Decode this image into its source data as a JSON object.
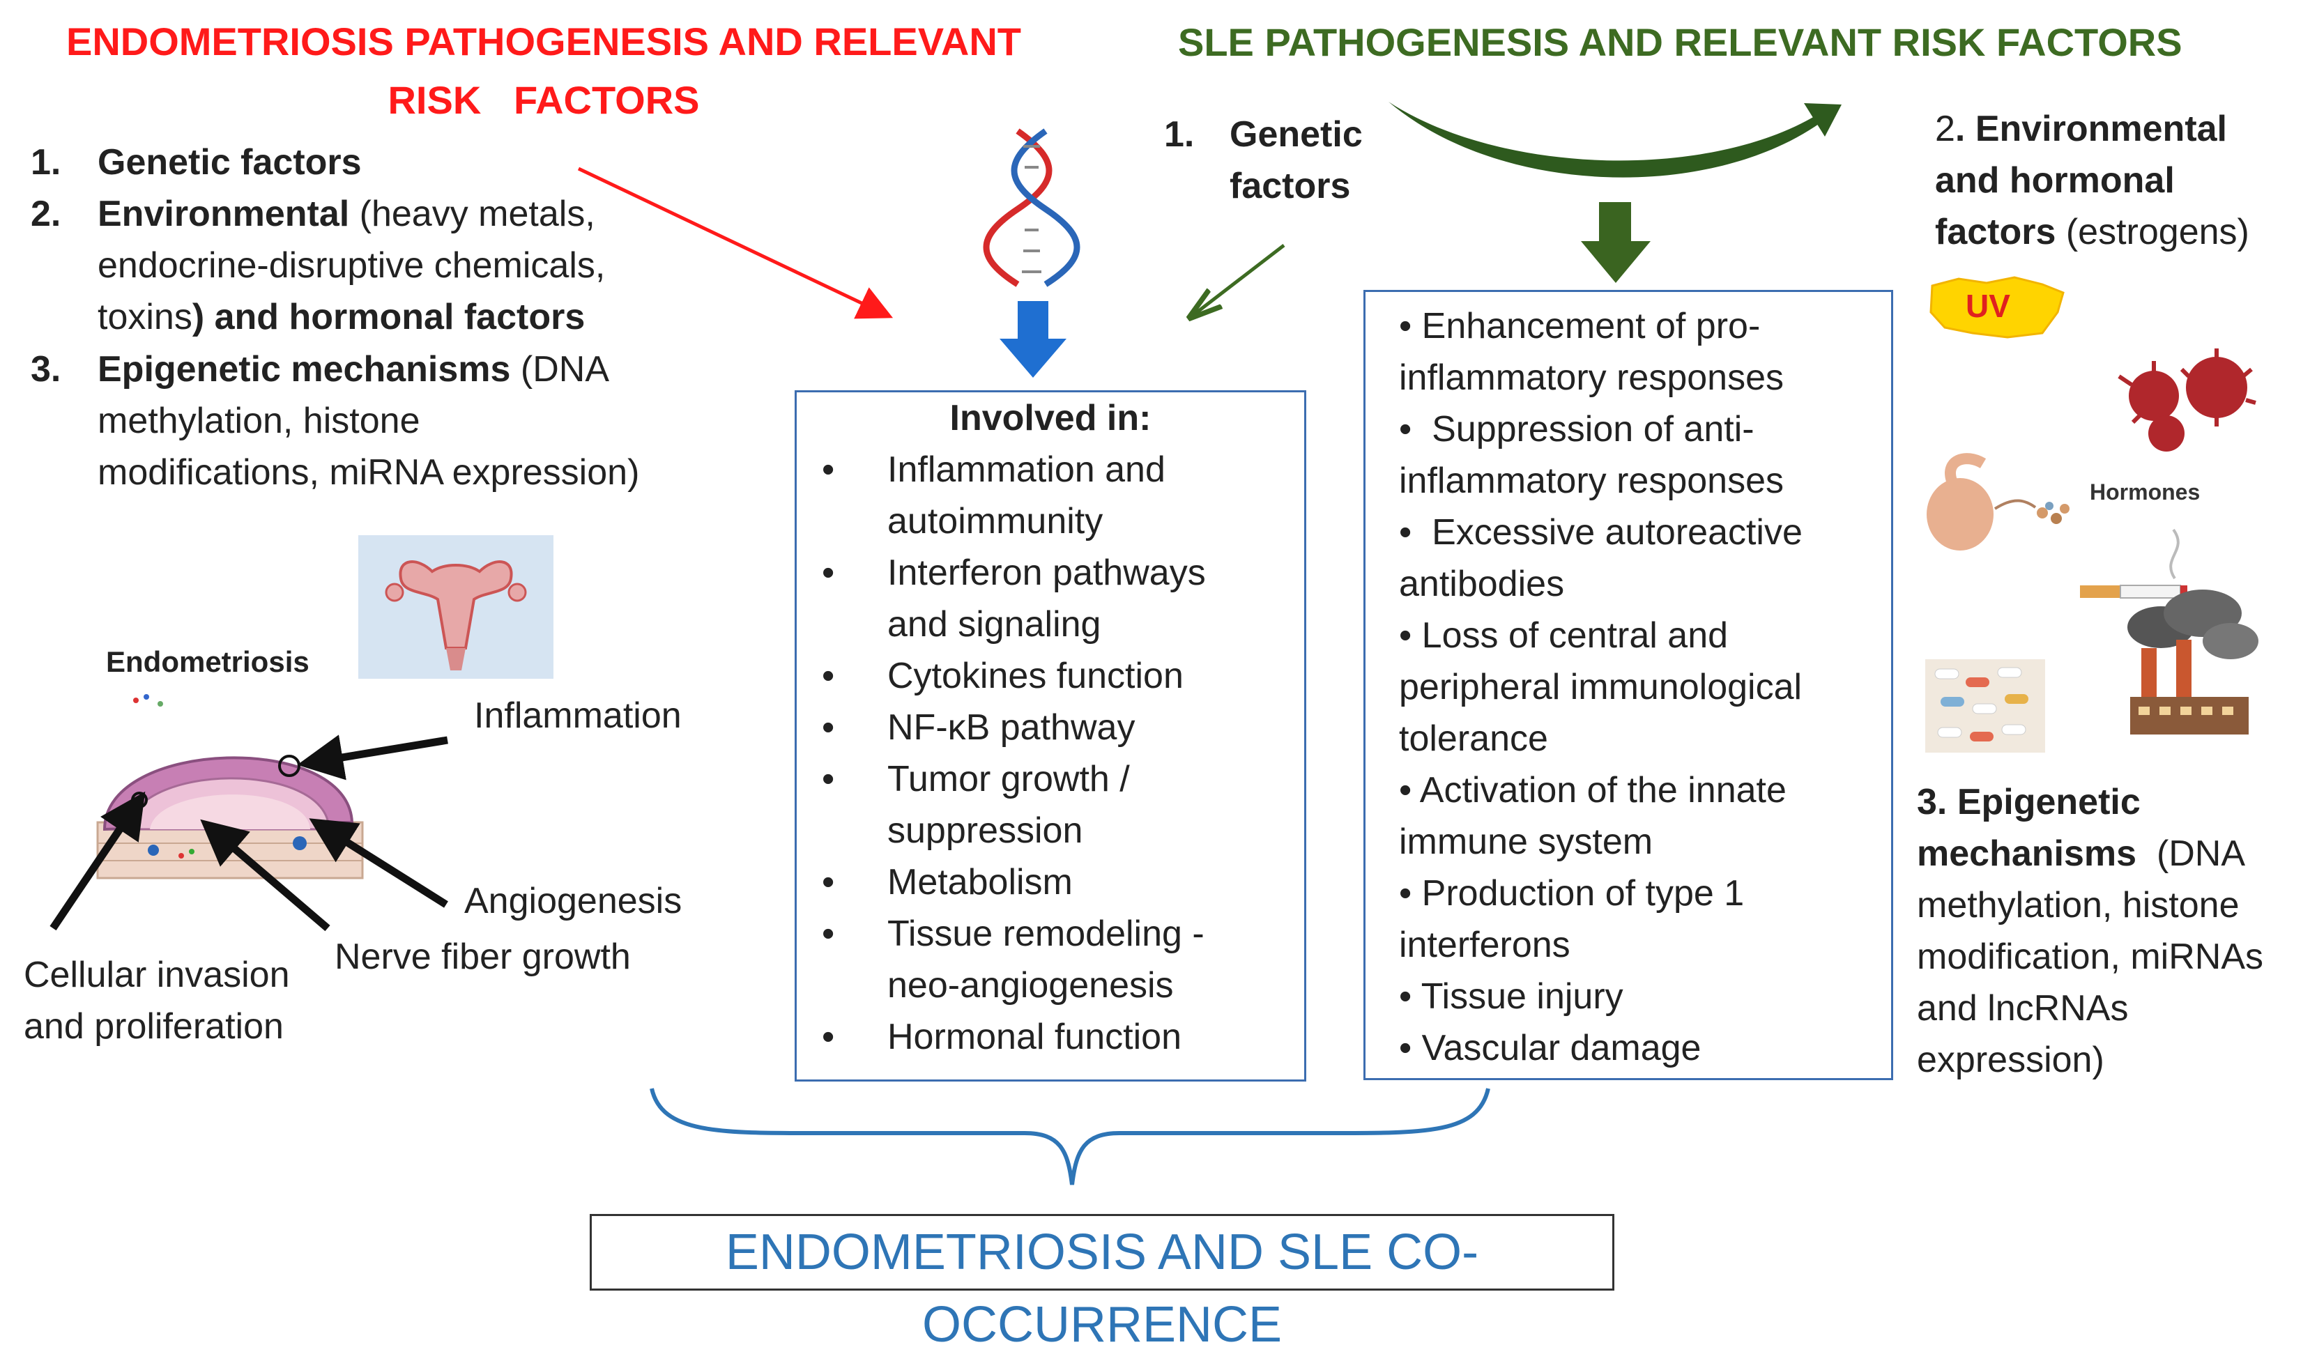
{
  "left": {
    "title_line1": "ENDOMETRIOSIS PATHOGENESIS AND RELEVANT",
    "title_line2": "RISK   FACTORS",
    "items": [
      {
        "num": "1.",
        "bold": "Genetic factors",
        "rest": ""
      },
      {
        "num": "2.",
        "line1_bold": "Environmental",
        "line1_rest": " (heavy metals,",
        "line2": "endocrine-disruptive chemicals,",
        "line3_rest": "toxins",
        "line3_bold": ") and hormonal factors"
      },
      {
        "num": "3.",
        "line1_bold": "Epigenetic mechanisms",
        "line1_rest": " (DNA",
        "line2": "methylation, histone",
        "line3": "modifications, miRNA expression)"
      }
    ],
    "illustration": {
      "title": "Endometriosis",
      "labels": {
        "inflammation": "Inflammation",
        "angiogenesis": "Angiogenesis",
        "nerve": "Nerve fiber growth",
        "invasion_line1": "Cellular invasion",
        "invasion_line2": "and proliferation"
      }
    }
  },
  "right": {
    "title": "SLE PATHOGENESIS AND RELEVANT RISK FACTORS",
    "genetic": {
      "num": "1.",
      "line1": "Genetic",
      "line2": "factors"
    },
    "env": {
      "num": "2",
      "line1": ". Environmental",
      "line2": "and hormonal",
      "line3_bold": "factors",
      "line3_rest": " (estrogens)"
    },
    "epi": {
      "line1": "3. Epigenetic",
      "line2_bold": "mechanisms",
      "line2_rest": "  (DNA",
      "line3": "methylation, histone",
      "line4": "modification, miRNAs",
      "line5": "and lncRNAs",
      "line6": "expression)"
    },
    "images": {
      "uv": "UV",
      "hormones": "Hormones"
    }
  },
  "center_box": {
    "heading": "Involved in:",
    "items": [
      [
        "Inflammation and",
        "autoimmunity"
      ],
      [
        "Interferon pathways",
        "and signaling"
      ],
      [
        "Cytokines function"
      ],
      [
        "NF-κB pathway"
      ],
      [
        "Tumor growth /",
        "suppression"
      ],
      [
        "Metabolism"
      ],
      [
        "Tissue remodeling -",
        "neo-angiogenesis"
      ],
      [
        "Hormonal function"
      ]
    ]
  },
  "right_box": {
    "lines": [
      "• Enhancement of pro-",
      "inflammatory responses",
      "•  Suppression of anti-",
      "inflammatory responses",
      "•  Excessive autoreactive",
      "antibodies",
      "• Loss of central and",
      "peripheral immunological",
      "tolerance",
      "• Activation of the innate",
      "immune system",
      "• Production of type 1",
      "interferons",
      "• Tissue injury",
      "• Vascular damage"
    ]
  },
  "bottom": {
    "label": "ENDOMETRIOSIS AND SLE CO-OCCURRENCE"
  },
  "colors": {
    "red": "#ff1a1a",
    "green": "#3d6b22",
    "blue": "#2e75b6",
    "box_border": "#3c6db0"
  }
}
